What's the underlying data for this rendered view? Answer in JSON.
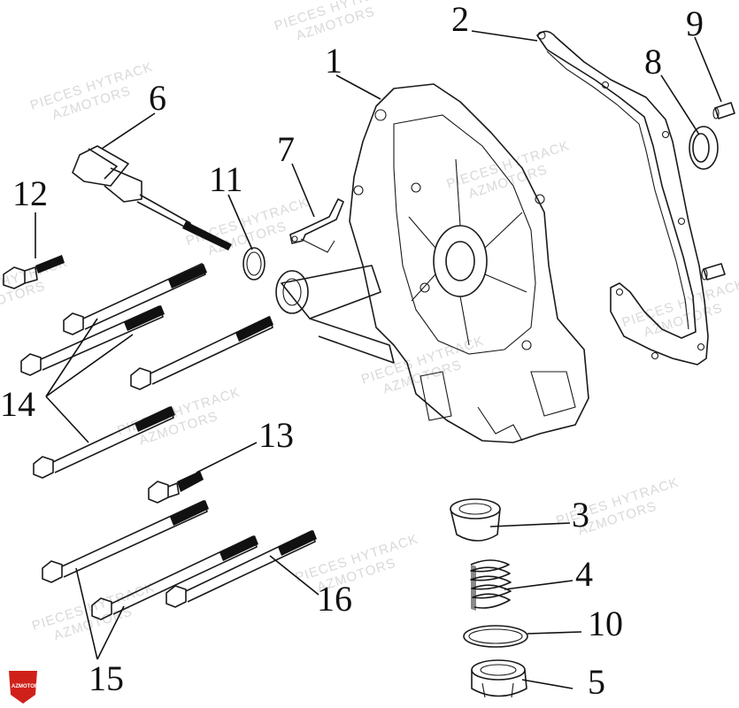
{
  "watermark": {
    "line1": "PIECES HYTRACK",
    "line2": "AZMOTORS"
  },
  "logo": {
    "text": "AZMOTORS",
    "color": "#d0201a"
  },
  "callouts": {
    "c1": "1",
    "c2": "2",
    "c3": "3",
    "c4": "4",
    "c5": "5",
    "c6": "6",
    "c7": "7",
    "c8": "8",
    "c9": "9",
    "c10": "10",
    "c11": "11",
    "c12": "12",
    "c13": "13",
    "c14": "14",
    "c15": "15",
    "c16": "16"
  }
}
